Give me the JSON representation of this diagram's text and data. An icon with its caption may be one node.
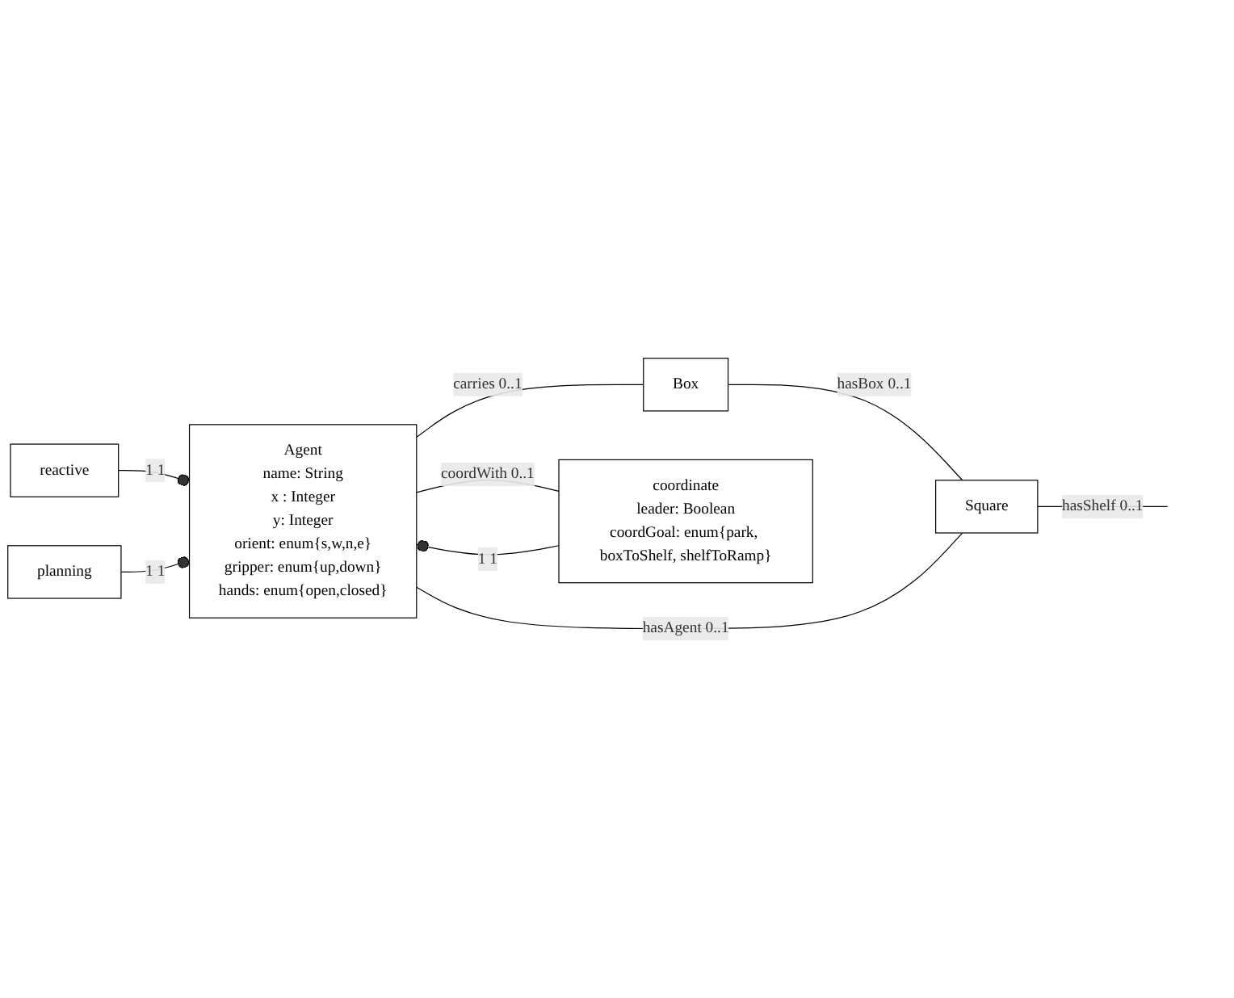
{
  "diagram": {
    "nodes": [
      {
        "text": [
          "reactive"
        ]
      },
      {
        "text": [
          "Box"
        ]
      },
      {
        "text": [
          "Agent",
          "name: String",
          "x : Integer",
          "y: Integer",
          "orient: enum{s,w,n,e}",
          "gripper: enum{up,down}",
          "hands: enum{open,closed}"
        ]
      },
      {
        "text": [
          "planning"
        ]
      },
      {
        "text": [
          "Square"
        ]
      },
      {
        "text": [
          "coordinate",
          "leader: Boolean",
          "coordGoal: enum{park, boxToShelf, shelfToRamp}"
        ]
      }
    ],
    "edges": [
      {
        "from": 0,
        "to": 2,
        "arrow": "other",
        "label": "1 1"
      },
      {
        "from": 3,
        "to": 2,
        "arrow": "other",
        "label": "1 1"
      },
      {
        "from": 5,
        "to": 2,
        "arrow": "other",
        "label": "1 1"
      },
      {
        "from": 2,
        "to": 1,
        "arrow": "none",
        "label": "carries 0..1"
      },
      {
        "from": 1,
        "to": 4,
        "arrow": "none",
        "label": "hasBox 0..1"
      },
      {
        "from": 2,
        "to": 4,
        "arrow": "none",
        "label": "hasAgent 0..1"
      },
      {
        "from": 2,
        "to": 5,
        "arrow": "none",
        "label": "coordWith 0..1"
      },
      {
        "from": 4,
        "to": null,
        "arrow": "none",
        "label": "hasShelf 0..1"
      }
    ]
  }
}
